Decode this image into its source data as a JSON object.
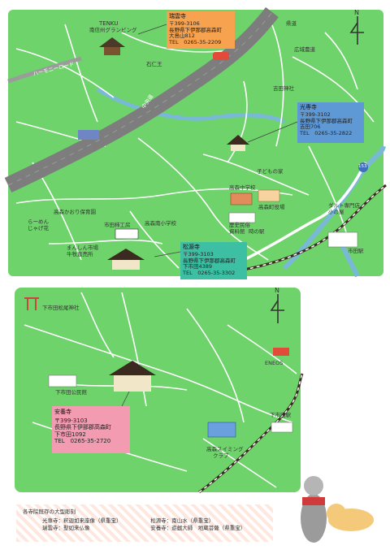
{
  "temples": {
    "zuiko": {
      "name": "瑞雲寺",
      "postal": "〒399-3106",
      "addr1": "長野県下伊那郡高森町",
      "addr2": "大島山812",
      "tel": "TEL　0265-35-2209"
    },
    "koshun": {
      "name": "光専寺",
      "postal": "〒399-3102",
      "addr1": "長野県下伊那郡高森町",
      "addr2": "吉田706",
      "tel": "TEL　0265-35-2822"
    },
    "shorai": {
      "name": "松源寺",
      "postal": "〒399-3103",
      "addr1": "長野県下伊那郡高森町",
      "addr2": "下市田4389",
      "tel": "TEL　0265-35-3302"
    },
    "anyo": {
      "name": "安養寺",
      "postal": "〒399-3103",
      "addr1": "長野県下伊那郡高森町",
      "addr2": "下市田1092",
      "tel": "TEL　0265-35-2720"
    }
  },
  "labels": {
    "tenku": "TENKU",
    "camping": "南信州グランピング",
    "sekininou": "石仁王",
    "highway": "ハーモニーロード",
    "chuo": "中央道",
    "shinmichi": "県道",
    "hirokawa": "広域農道",
    "yoshida_shrine": "吉田神社",
    "kodomo": "子どもの家",
    "takamori_jhs": "高森中学校",
    "town_office": "高森町役場",
    "museum_line1": "歴史民俗",
    "museum_line2": "資料館",
    "museum_shop": "時の駅",
    "nursery": "高森かおり保育園",
    "ramen1": "らーめん",
    "ramen2": "じゃげ花",
    "ichida_factory": "市田柿工房",
    "south_school": "高森南小学校",
    "mayo1": "まんしん市場",
    "mayo2": "牛牧直売所",
    "tarumae1": "ダルト専門店",
    "tarumae2": "小の屋",
    "ichida_sta": "市田駅",
    "matsuo_shrine": "下市田松尾神社",
    "shimoichida_kou": "下市田公民館",
    "eneos": "ENEOS",
    "shimoichida_sta": "下市田駅",
    "pool1": "高森スイミング",
    "pool2": "クラブ",
    "north": "N",
    "route153": "153"
  },
  "legend": {
    "title": "各寺院既存の大型彫刻",
    "rows": [
      {
        "left": "光専寺：釈迦如来座像（県重宝）",
        "right": "松源寺：南山水（県重宝）"
      },
      {
        "left": "瑞雲寺：聖如来仏像",
        "right": "安養寺：遊戯大師　地蔵菩薩（県重宝）"
      }
    ]
  },
  "colors": {
    "land": "#6ed36a",
    "highway": "#7d7d7d",
    "river": "#79b9d6",
    "rail": "#3a2a20",
    "zuiko_box": "#f6a24e",
    "koshun_box": "#5f99d5",
    "shorai_box": "#3dbfa4",
    "anyo_box": "#f29bb1"
  }
}
